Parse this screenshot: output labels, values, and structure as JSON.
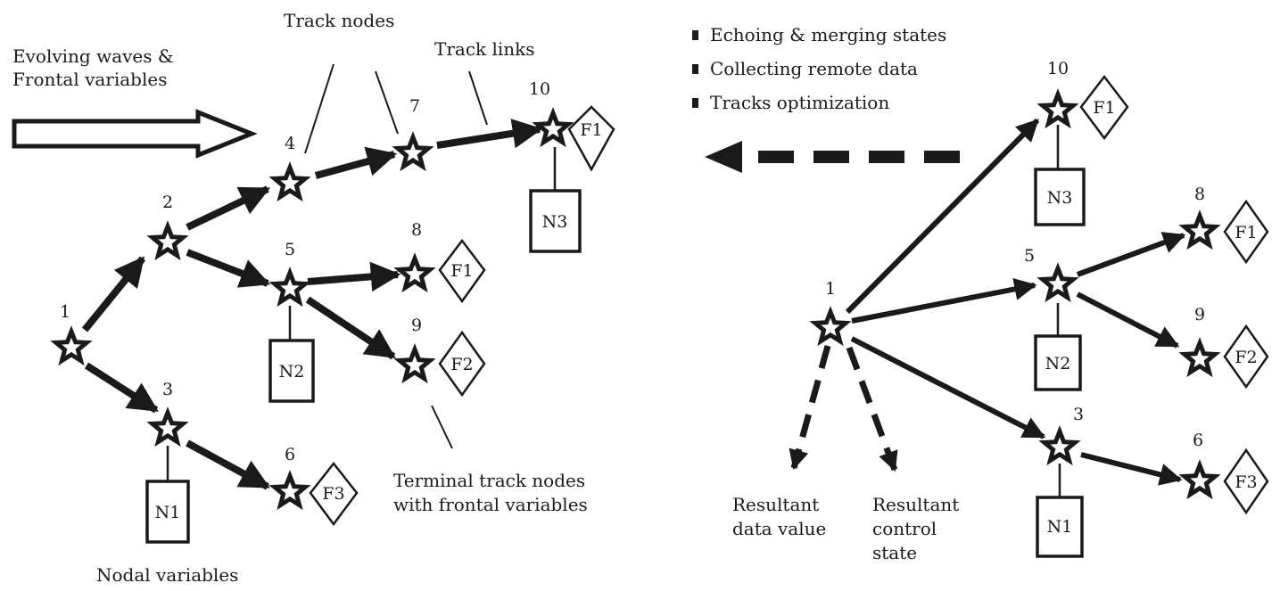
{
  "left_panel": {
    "callout_evolving": [
      "Evolving waves &",
      "Frontal variables"
    ],
    "callout_track_nodes": "Track nodes",
    "callout_track_links": "Track links",
    "callout_terminal": [
      "Terminal track nodes",
      "with frontal variables"
    ],
    "callout_nodal": "Nodal variables",
    "node_numbers": {
      "n1": "1",
      "n2": "2",
      "n3": "3",
      "n4": "4",
      "n5": "5",
      "n6": "6",
      "n7": "7",
      "n8": "8",
      "n9": "9",
      "n10": "10"
    },
    "frontal_labels": {
      "f_n10": "F1",
      "f_n8": "F1",
      "f_n9": "F2",
      "f_n6": "F3"
    },
    "nodal_labels": {
      "b_n10": "N3",
      "b_n5": "N2",
      "b_n3": "N1"
    }
  },
  "right_panel": {
    "legend": [
      "Echoing & merging states",
      "Collecting remote data",
      "Tracks optimization"
    ],
    "resultant_data": [
      "Resultant",
      "data value"
    ],
    "resultant_control": [
      "Resultant",
      "control",
      "state"
    ],
    "node_numbers": {
      "n1": "1",
      "n3": "3",
      "n5": "5",
      "n6": "6",
      "n8": "8",
      "n9": "9",
      "n10": "10"
    },
    "frontal_labels": {
      "f_n10": "F1",
      "f_n8": "F1",
      "f_n9": "F2",
      "f_n6": "F3"
    },
    "nodal_labels": {
      "b_n10": "N3",
      "b_n5": "N2",
      "b_n3": "N1"
    }
  }
}
